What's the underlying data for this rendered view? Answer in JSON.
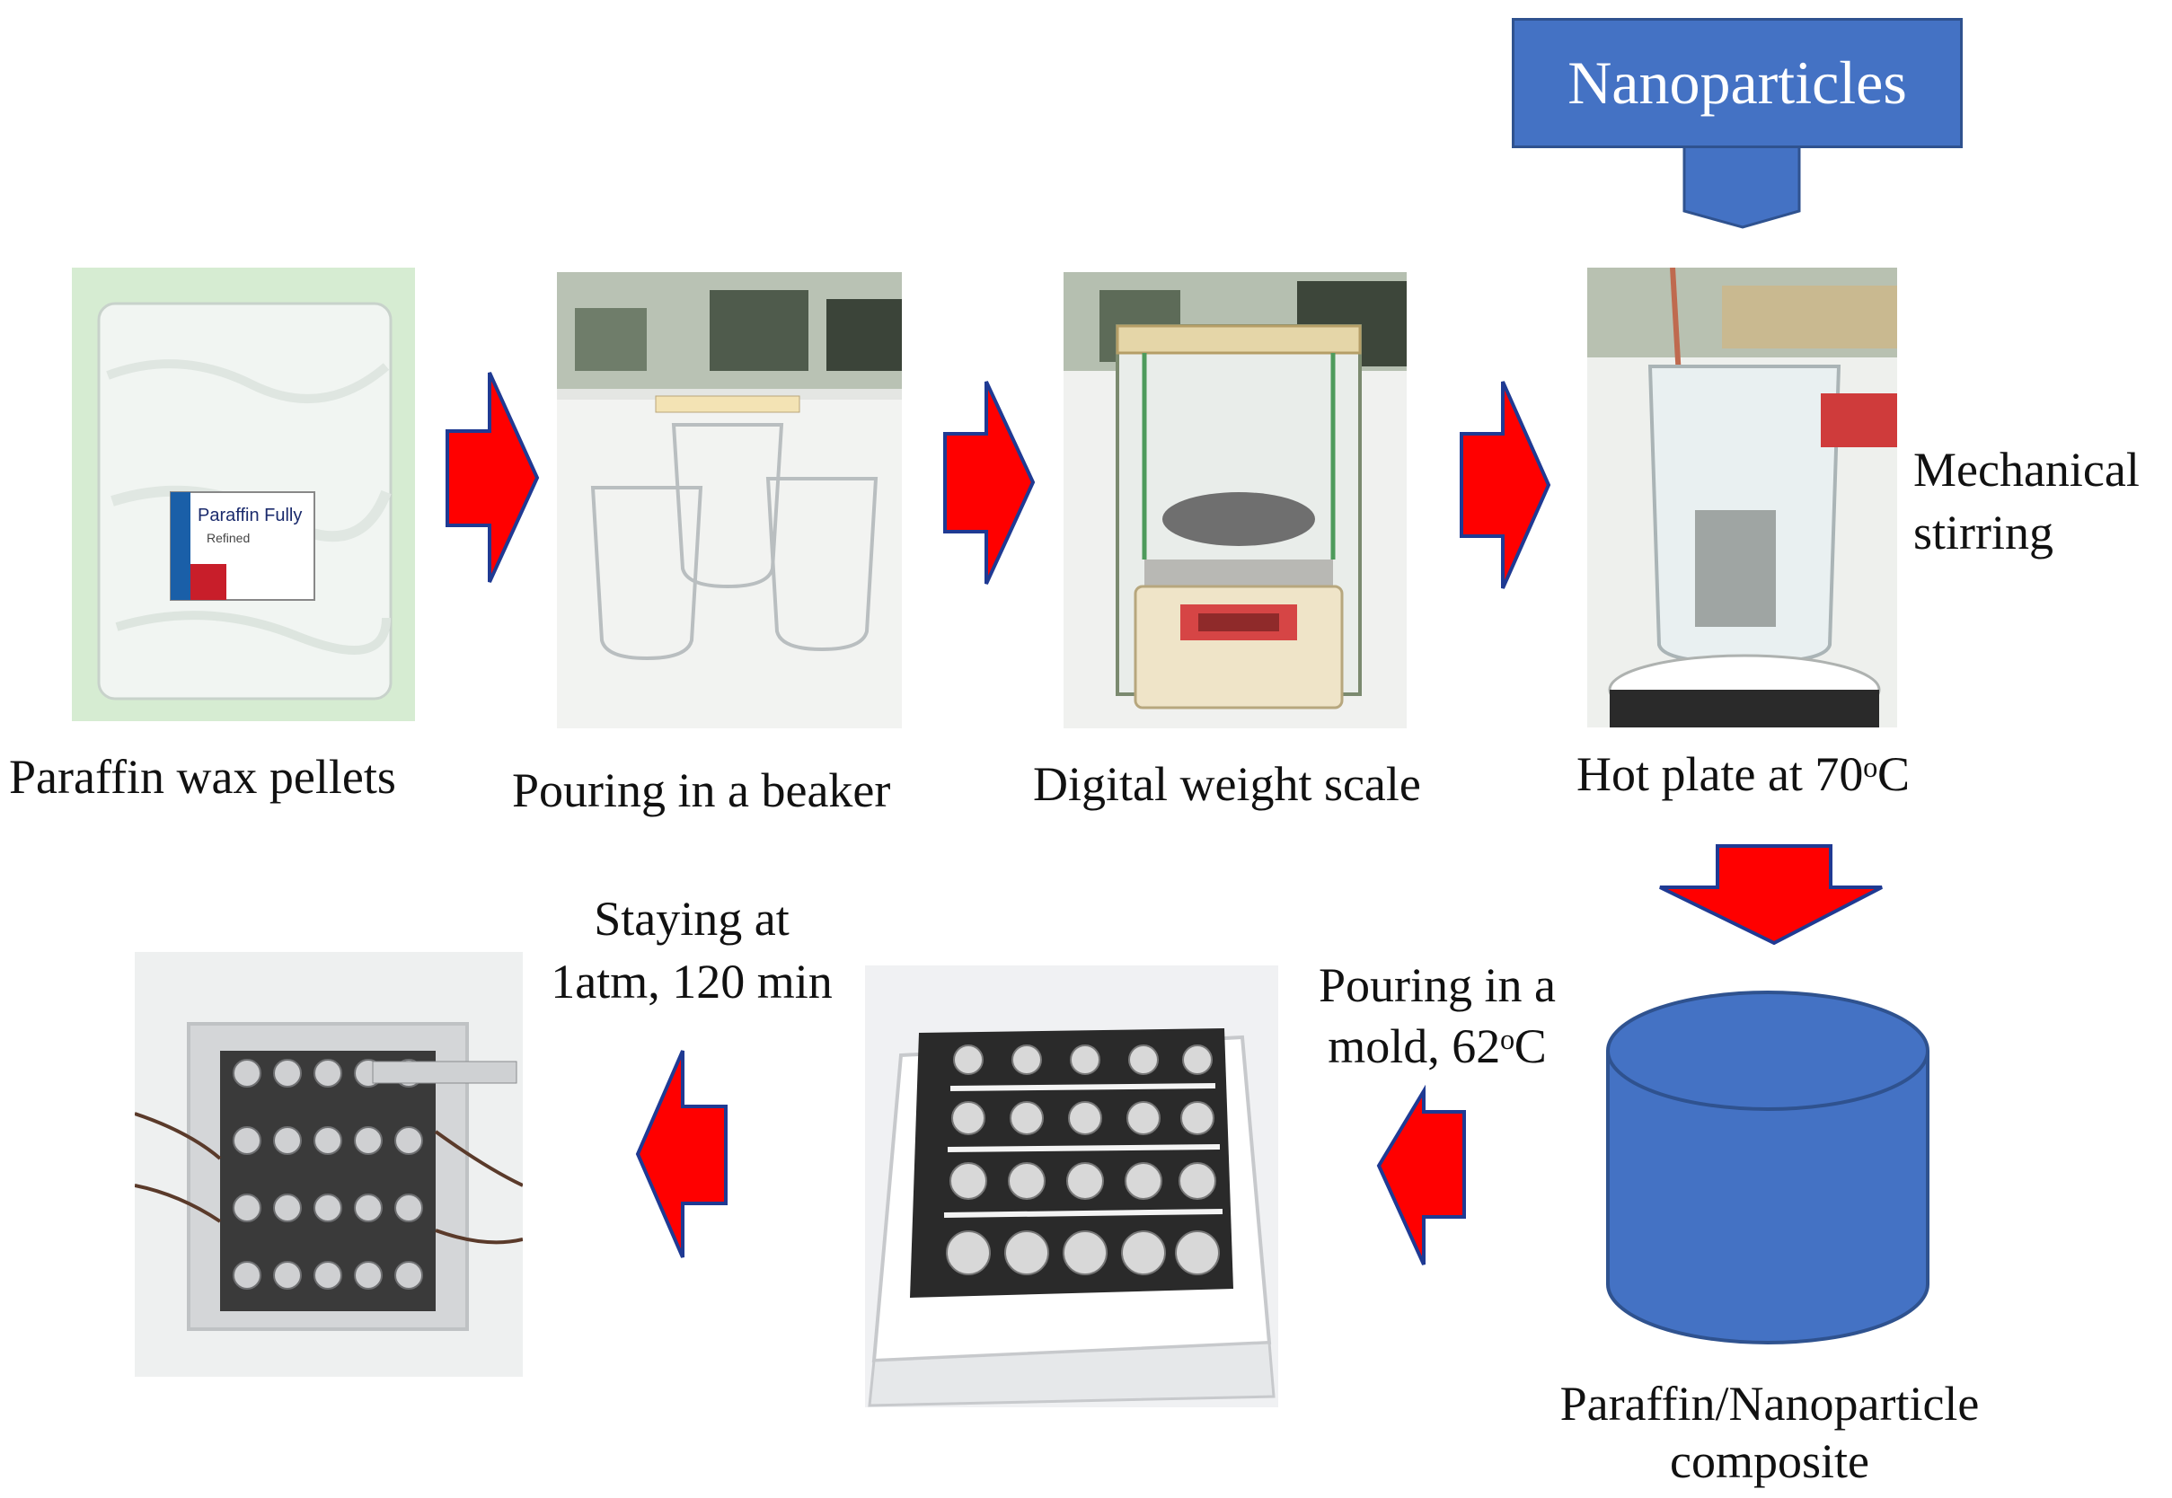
{
  "steps": {
    "paraffin_pellets": "Paraffin wax pellets",
    "pouring_beaker": "Pouring in a beaker",
    "weight_scale": "Digital weight scale",
    "hot_plate": "Hot plate at 70ᵒC",
    "mechanical_stirring_1": "Mechanical",
    "mechanical_stirring_2": "stirring",
    "composite_1": "Paraffin/Nanoparticle",
    "composite_2": "composite",
    "pouring_mold_1": "Pouring in a",
    "pouring_mold_2": "mold, 62ᵒC",
    "staying_1": "Staying at",
    "staying_2": "1atm, 120 min"
  },
  "nanoparticles_label": "Nanoparticles",
  "package_label_1": "Paraffin Fully",
  "package_label_2": "Refined",
  "colors": {
    "arrow_fill": "#ff0000",
    "arrow_stroke": "#1f3a93",
    "shape_fill": "#4472c4",
    "shape_stroke": "#2f528f"
  }
}
